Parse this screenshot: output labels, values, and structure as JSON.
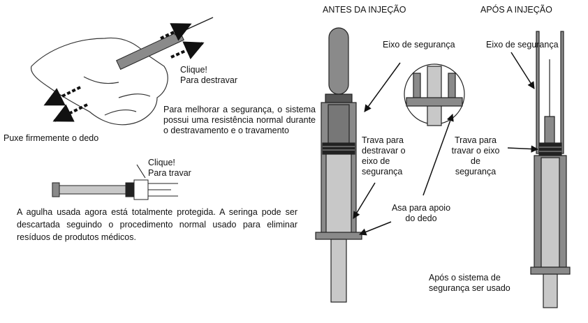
{
  "headers": {
    "before": "ANTES DA INJEÇÃO",
    "after": "APÓS A INJEÇÃO"
  },
  "left": {
    "click_unlock": "Clique!\nPara destravar",
    "safety_note": "Para melhorar a segurança, o sistema possui uma resistência normal durante o destravamento e o travamento",
    "pull_firmly": "Puxe firmemente o dedo",
    "click_lock": "Clique!\nPara travar",
    "protected_note": "A agulha usada agora está totalmente protegida. A seringa pode ser descartada seguindo o procedimento normal usado para eliminar resíduos de produtos médicos."
  },
  "before": {
    "safety_shaft": "Eixo de segurança",
    "unlock_latch": "Trava para\ndestravar o\neixo de\nsegurança",
    "finger_flange": "Asa para apoio\ndo dedo"
  },
  "after": {
    "safety_shaft": "Eixo de segurança",
    "lock_latch": "Trava para\ntravar o eixo\nde\nsegurança",
    "after_used": "Após o sistema de\nsegurança ser usado"
  },
  "colors": {
    "body_gray": "#8a8a8a",
    "light_gray": "#c8c8c8",
    "dark": "#222222"
  }
}
